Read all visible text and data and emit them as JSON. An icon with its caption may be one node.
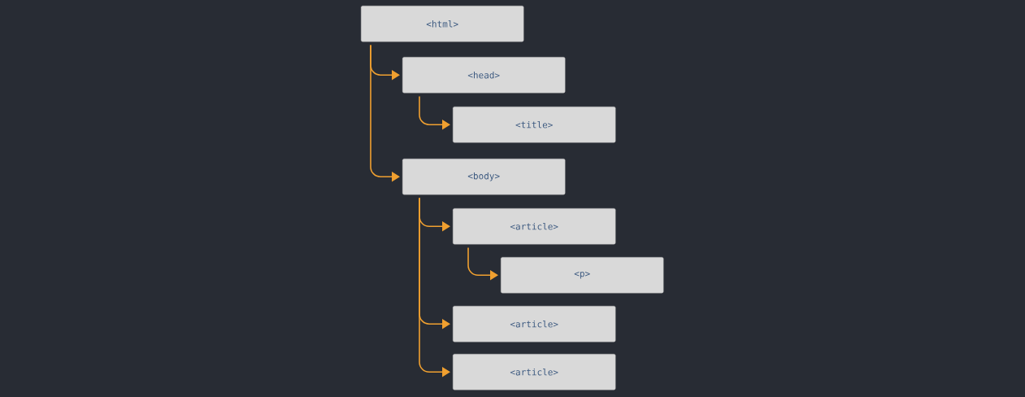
{
  "diagram": {
    "nodes": [
      {
        "text": [
          "<html>"
        ]
      },
      {
        "text": [
          "<head>"
        ]
      },
      {
        "text": [
          "<title>"
        ]
      },
      {
        "text": [
          "<body>"
        ]
      },
      {
        "text": [
          "<article>"
        ]
      },
      {
        "text": [
          "<p>"
        ]
      },
      {
        "text": [
          "<article>"
        ]
      },
      {
        "text": [
          "<article>"
        ]
      }
    ],
    "edges": [
      {
        "from": 0,
        "to": 1,
        "arrow": "to"
      },
      {
        "from": 1,
        "to": 2,
        "arrow": "to"
      },
      {
        "from": 0,
        "to": 3,
        "arrow": "to"
      },
      {
        "from": 3,
        "to": 4,
        "arrow": "to"
      },
      {
        "from": 4,
        "to": 5,
        "arrow": "to"
      },
      {
        "from": 3,
        "to": 6,
        "arrow": "to"
      },
      {
        "from": 3,
        "to": 7,
        "arrow": "to"
      }
    ]
  }
}
